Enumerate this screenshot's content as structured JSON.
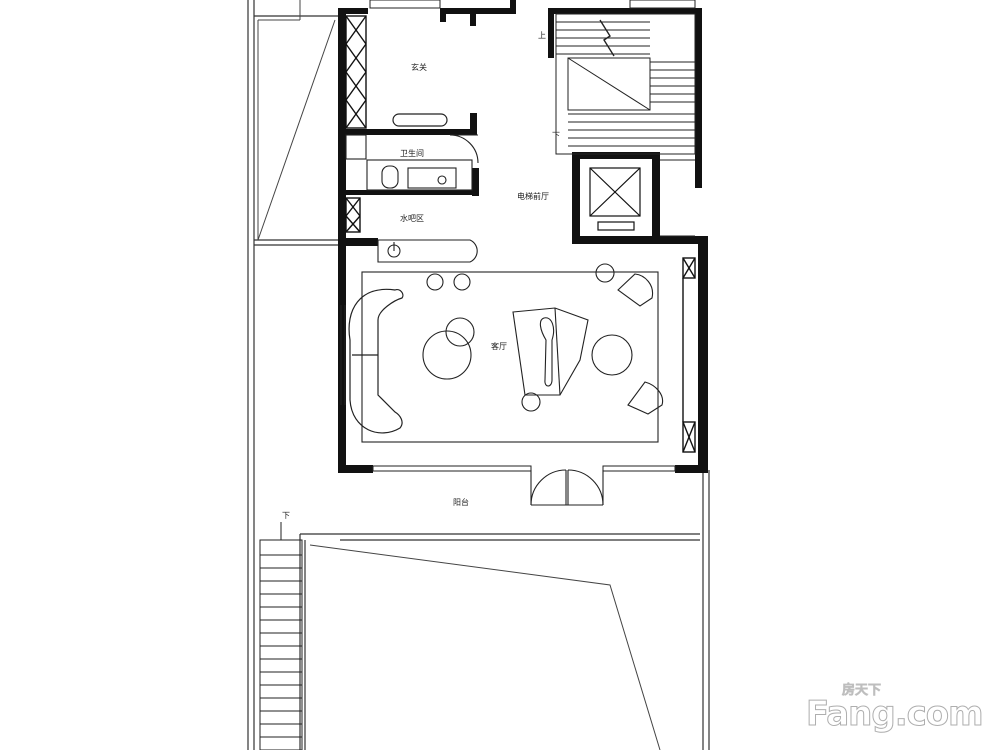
{
  "labels": {
    "entrance": "玄关",
    "bathroom": "卫生间",
    "elevator_lobby": "电梯前厅",
    "water_bar": "水吧区",
    "living_room": "客厅",
    "balcony": "阳台",
    "stair_up": "上",
    "stair_down_top": "下",
    "stair_down_bottom": "下"
  },
  "watermark": {
    "cn": "房天下",
    "en": "Fang.com"
  }
}
